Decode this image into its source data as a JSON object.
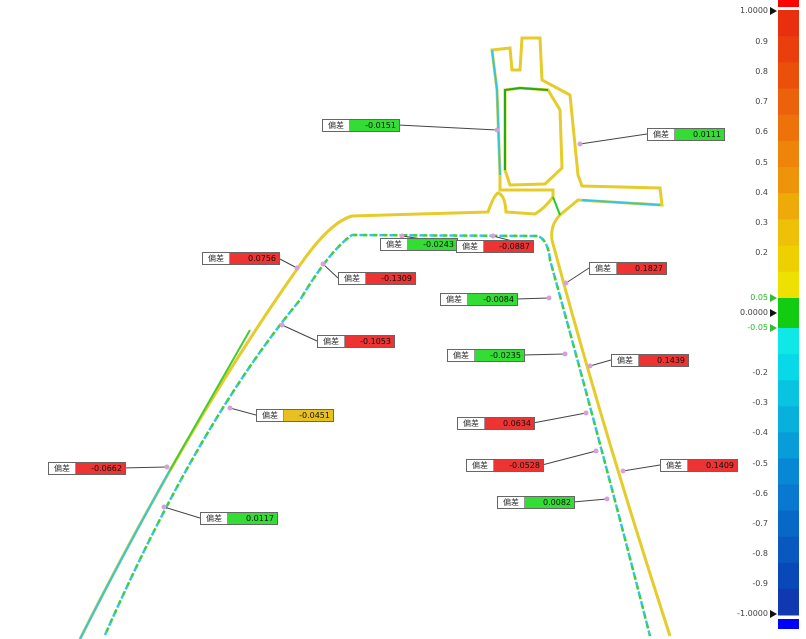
{
  "annotation_key": "偏差",
  "colors": {
    "in_tolerance": "#33dd33",
    "over": "#ee3333",
    "warn": "#e8c020",
    "outer_curve": "#e6cc2a",
    "inner_curve": "#30c8e0"
  },
  "annotations": [
    {
      "value": "-0.0151",
      "status": "in_tolerance"
    },
    {
      "value": "0.0111",
      "status": "in_tolerance"
    },
    {
      "value": "-0.0243",
      "status": "in_tolerance"
    },
    {
      "value": "-0.0887",
      "status": "over"
    },
    {
      "value": "0.0756",
      "status": "over"
    },
    {
      "value": "-0.1309",
      "status": "over"
    },
    {
      "value": "0.1827",
      "status": "over"
    },
    {
      "value": "-0.0084",
      "status": "in_tolerance"
    },
    {
      "value": "-0.1053",
      "status": "over"
    },
    {
      "value": "-0.0235",
      "status": "in_tolerance"
    },
    {
      "value": "0.1439",
      "status": "over"
    },
    {
      "value": "-0.0451",
      "status": "warn"
    },
    {
      "value": "0.0634",
      "status": "over"
    },
    {
      "value": "-0.0662",
      "status": "over"
    },
    {
      "value": "-0.0528",
      "status": "over"
    },
    {
      "value": "0.1409",
      "status": "over"
    },
    {
      "value": "0.0082",
      "status": "in_tolerance"
    },
    {
      "value": "0.0117",
      "status": "in_tolerance"
    }
  ],
  "color_bar": {
    "max_label": "1.0000",
    "zero_label": "0.0000",
    "min_label": "-1.0000",
    "upper_tol": "0.05",
    "lower_tol": "-0.05",
    "ticks": [
      "0.9",
      "0.8",
      "0.7",
      "0.6",
      "0.5",
      "0.4",
      "0.3",
      "0.2",
      "-0.2",
      "-0.3",
      "-0.4",
      "-0.5",
      "-0.6",
      "-0.7",
      "-0.8",
      "-0.9"
    ],
    "bands_top": [
      "#e8300f",
      "#ea3e0c",
      "#eb500a",
      "#ec620a",
      "#ed720a",
      "#ee840a",
      "#ee940a",
      "#eeaa08",
      "#eec008",
      "#eed000",
      "#eee000"
    ],
    "bands_bottom": [
      "#10e8e8",
      "#08d8e8",
      "#08c4e0",
      "#08b0dc",
      "#089cd8",
      "#0888d4",
      "#0878d0",
      "#0868c8",
      "#0858c0",
      "#0848b8",
      "#1038b0"
    ],
    "tol_color": "#11cc11"
  }
}
